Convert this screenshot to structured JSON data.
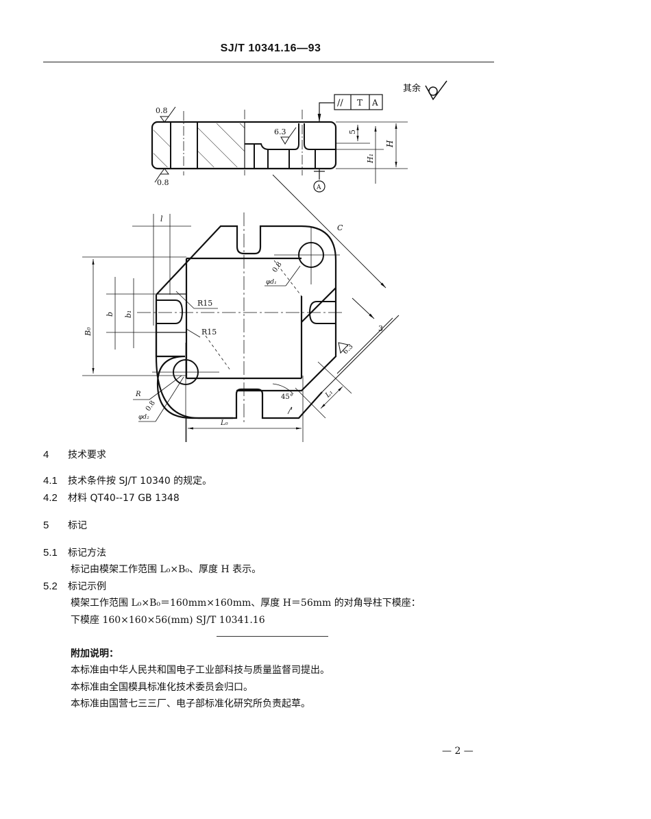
{
  "header": {
    "doc_number": "SJ/T 10341.16—93"
  },
  "drawing": {
    "surface_remaining_label": "其余",
    "roughness_top_left": "0.8",
    "roughness_bottom_left": "0.8",
    "roughness_slot": "6.3",
    "tolerance_frame": [
      "//",
      "T",
      "A"
    ],
    "datum_label": "A",
    "dim_5": "5",
    "dim_H1": "H₁",
    "dim_H": "H",
    "dim_l": "l",
    "dim_C": "C",
    "dim_3": "3",
    "dim_b": "b",
    "dim_b1": "b₁",
    "dim_B0": "B₀",
    "radius_upper": "R15",
    "radius_lower": "R15",
    "dia_d1": "φd₁",
    "roughness_d1": "0.8",
    "roughness_edge": "6.3",
    "radius_R": "R",
    "roughness_d2": "0.8",
    "dia_d2": "φd₂",
    "angle": "45°",
    "dim_L0": "L₀",
    "dim_L1": "L₁"
  },
  "sections": [
    {
      "number": "4",
      "title": "技术要求"
    },
    {
      "number": "4.1",
      "text": "技术条件按 SJ/T 10340 的规定。"
    },
    {
      "number": "4.2",
      "text": "材料 QT40--17   GB 1348"
    },
    {
      "number": "5",
      "title": "标记"
    },
    {
      "number": "5.1",
      "title": "标记方法",
      "body": "标记由模架工作范围 L₀×B₀、厚度 H 表示。"
    },
    {
      "number": "5.2",
      "title": "标记示例",
      "body": "模架工作范围 L₀×B₀＝160mm×160mm、厚度 H＝56mm 的对角导柱下模座：",
      "example": "下模座 160×160×56(mm)   SJ/T 10341.16"
    }
  ],
  "notes": {
    "title": "附加说明：",
    "lines": [
      "本标准由中华人民共和国电子工业部科技与质量监督司提出。",
      "本标准由全国模具标准化技术委员会归口。",
      "本标准由国营七三三厂、电子部标准化研究所负责起草。"
    ]
  },
  "footer": {
    "page": "— 2 —"
  }
}
